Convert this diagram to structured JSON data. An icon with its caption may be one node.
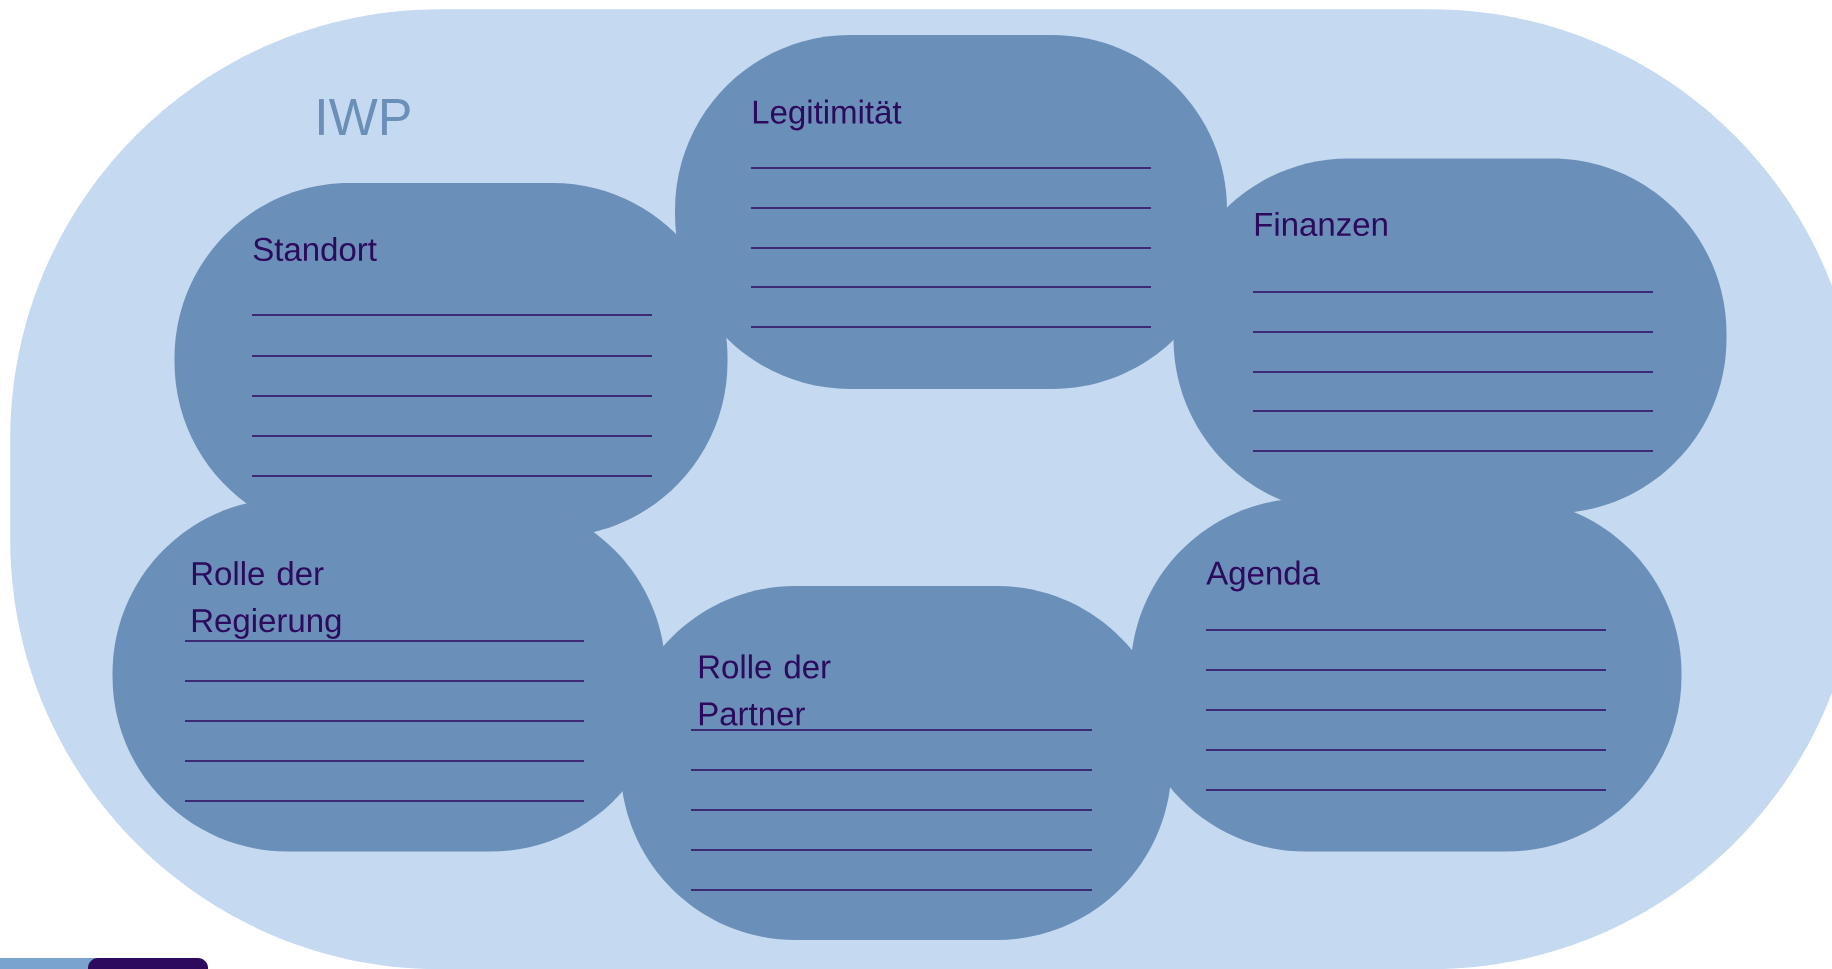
{
  "diagram": {
    "nodes": [
      {
        "text": [
          "IWP"
        ]
      },
      {
        "text": [
          "Legitimität"
        ],
        "in": 0
      },
      {
        "text": [
          "Standort"
        ],
        "in": 0
      },
      {
        "text": [
          "Finanzen"
        ],
        "in": 0
      },
      {
        "text": [
          "Rolle der Regierung"
        ],
        "in": 0
      },
      {
        "text": [
          "Rolle der Partner"
        ],
        "in": 0
      },
      {
        "text": [
          "Agenda"
        ],
        "in": 0
      }
    ]
  }
}
